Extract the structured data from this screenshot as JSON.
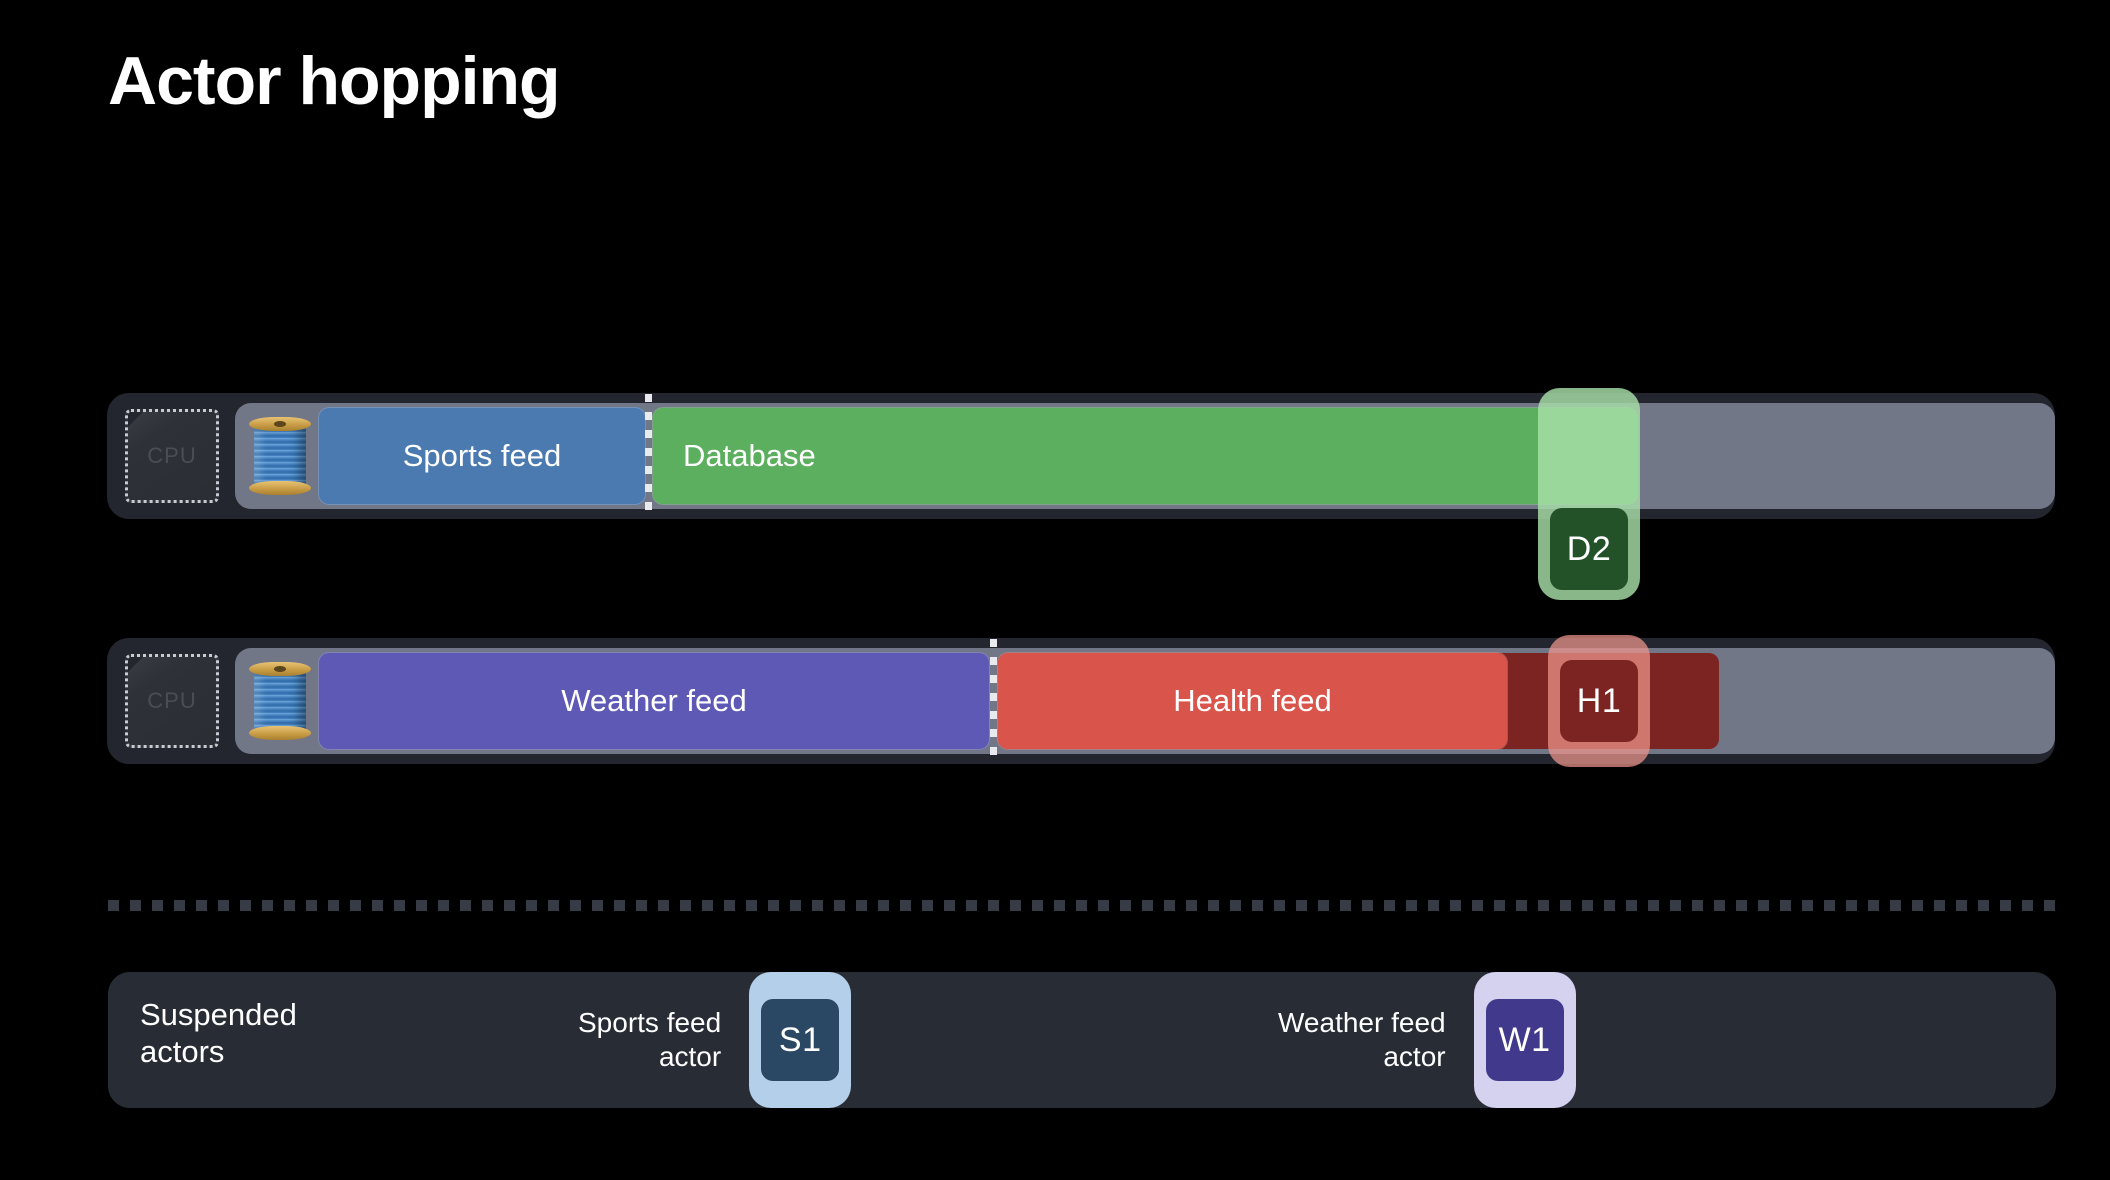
{
  "slide": {
    "title": "Actor hopping",
    "background_color": "#000000"
  },
  "tracks": [
    {
      "name": "cpu-track-1",
      "cpu_label": "CPU",
      "thread_icon": "thread-spool-icon",
      "bars": [
        {
          "label": "Sports feed",
          "color": "#4a7ab0",
          "name": "sports-feed"
        },
        {
          "label": "Database",
          "color": "#5caf5f",
          "name": "database"
        }
      ],
      "badge": {
        "label": "D2",
        "outer_color": "#a8dfa8",
        "inner_color": "#235228"
      }
    },
    {
      "name": "cpu-track-2",
      "cpu_label": "CPU",
      "thread_icon": "thread-spool-icon",
      "bars": [
        {
          "label": "Weather feed",
          "color": "#5d59b5",
          "name": "weather-feed"
        },
        {
          "label": "Health feed",
          "color": "#d9544a",
          "name": "health-feed"
        },
        {
          "label": "",
          "color": "#7c2421",
          "name": "health-feed-tail"
        }
      ],
      "badge": {
        "label": "H1",
        "outer_color": "#f0968c",
        "inner_color": "#7c2421"
      }
    }
  ],
  "suspended": {
    "title": "Suspended\nactors",
    "entries": [
      {
        "label": "Sports feed\nactor",
        "badge_label": "S1",
        "outer_color": "#b3cfea",
        "inner_color": "#2a4763"
      },
      {
        "label": "Weather feed\nactor",
        "badge_label": "W1",
        "outer_color": "#d5d2ef",
        "inner_color": "#413a8c"
      }
    ]
  }
}
